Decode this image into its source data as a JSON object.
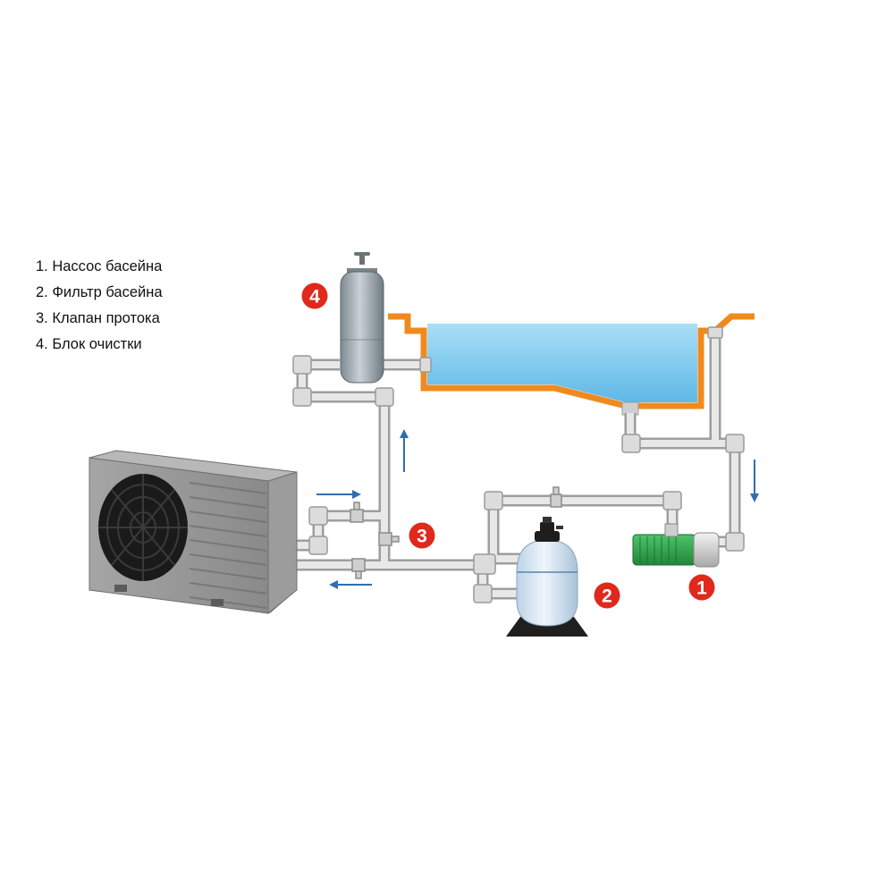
{
  "legend": {
    "items": [
      "1. Нассос басейна",
      "2. Фильтр басейна",
      "3. Клапан протока",
      "4. Блок очистки"
    ]
  },
  "badges": {
    "pump": "1",
    "filter": "2",
    "valve": "3",
    "cleaner": "4"
  },
  "colors": {
    "badge": "#e0281c",
    "arrow": "#2f6db3",
    "pool_rim": "#f08a1e",
    "water": "#8fd3f4",
    "pipe": "#d8d8d8",
    "pump_body": "#3cae56",
    "heat_pump": "#8e8e8e"
  }
}
